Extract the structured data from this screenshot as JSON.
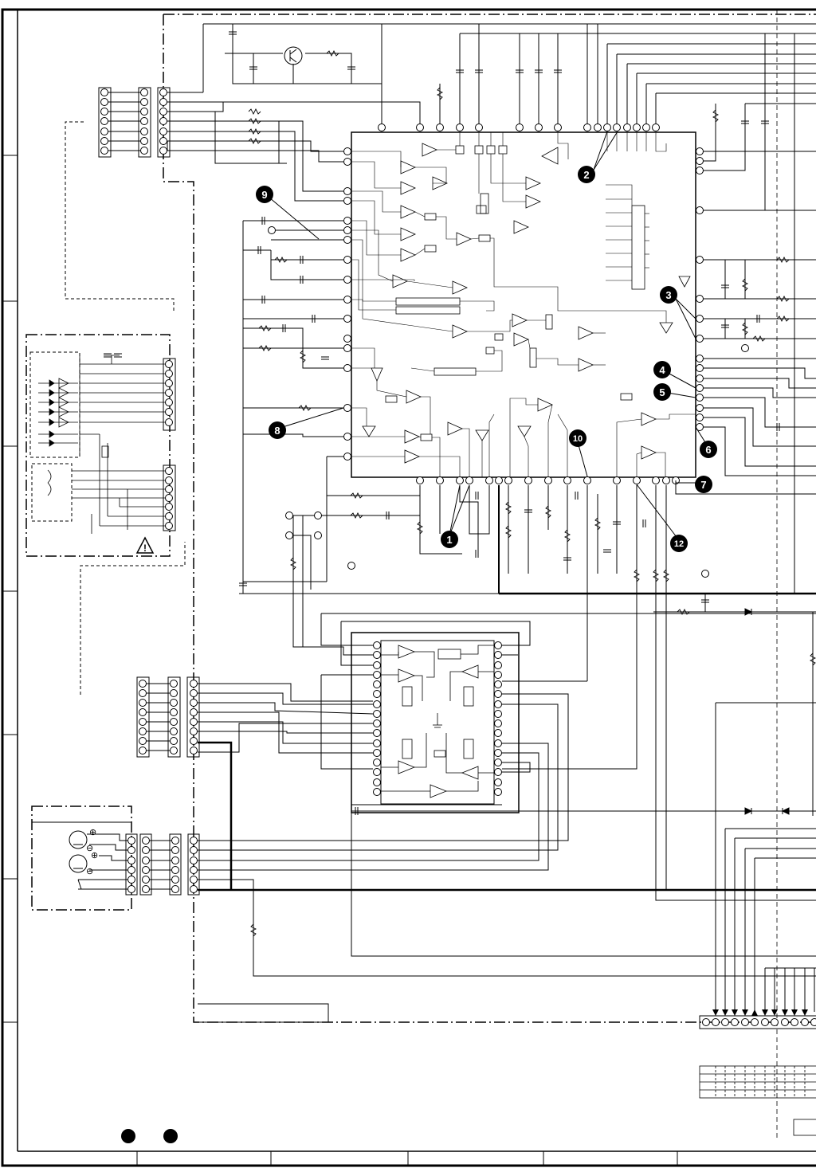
{
  "diagram": {
    "callouts": [
      "1",
      "2",
      "3",
      "4",
      "5",
      "6",
      "7",
      "8",
      "9",
      "10",
      "12"
    ],
    "warning_symbol": "!",
    "speaker_polarity": [
      "⊕",
      "⊖",
      "⊕",
      "⊖"
    ]
  },
  "colors": {
    "line": "#000000",
    "background": "#ffffff",
    "callout_fill": "#000000",
    "callout_text": "#ffffff"
  }
}
